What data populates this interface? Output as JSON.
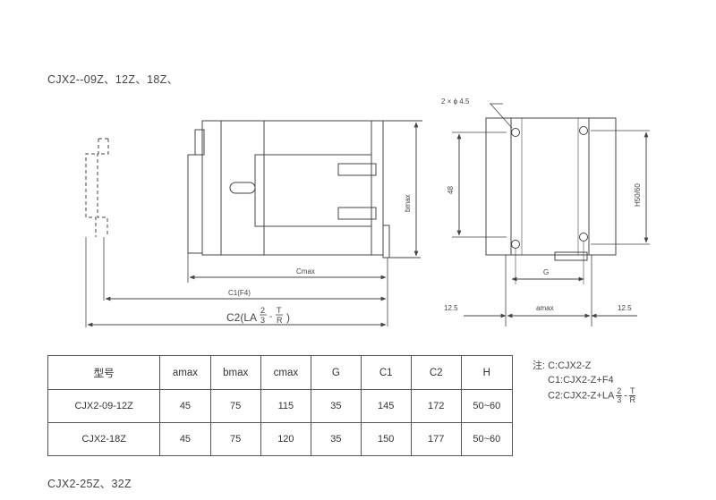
{
  "title_top": "CJX2--09Z、12Z、18Z、",
  "title_bottom": "CJX2-25Z、32Z",
  "dimensions": {
    "cmax": "Cmax",
    "c1": "C1(F4)",
    "c2_prefix": "C2(LA",
    "c2_frac_num": "2",
    "c2_frac_den": "3",
    "c2_minus": "-",
    "c2_t": "T",
    "c2_r": "R",
    "c2_close": ")",
    "bmax": "bmax",
    "hole": "2 × ϕ 4.5",
    "dim_48": "48",
    "h": "H50/60",
    "g": "G",
    "amax": "amax",
    "margin_left": "12.5",
    "margin_right": "12.5"
  },
  "table": {
    "headers": [
      "型号",
      "amax",
      "bmax",
      "cmax",
      "G",
      "C1",
      "C2",
      "H"
    ],
    "rows": [
      [
        "CJX2-09-12Z",
        "45",
        "75",
        "115",
        "35",
        "145",
        "172",
        "50~60"
      ],
      [
        "CJX2-18Z",
        "45",
        "75",
        "120",
        "35",
        "150",
        "177",
        "50~60"
      ]
    ]
  },
  "notes": {
    "line1": "注: C:CJX2-Z",
    "line2": "C1:CJX2-Z+F4",
    "line3_prefix": "C2:CJX2-Z+LA",
    "line3_num": "2",
    "line3_den": "3",
    "line3_minus": "-",
    "line3_t": "T",
    "line3_r": "R"
  }
}
